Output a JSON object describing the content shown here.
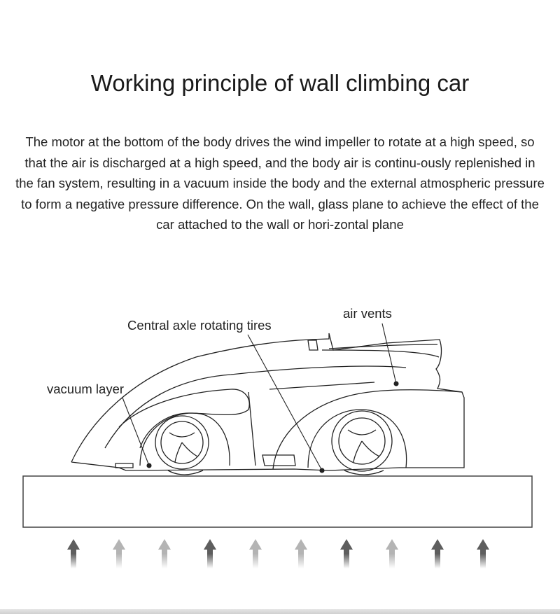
{
  "title": "Working principle of wall climbing car",
  "description": "The motor at the bottom of the body drives the wind impeller to rotate at a high speed, so that the air is discharged at a high speed, and the body air is continu-ously replenished in the fan system, resulting in a vacuum inside the body and the external atmospheric pressure to form a negative pressure difference. On the wall, glass plane to achieve the effect of the car attached to the wall or hori-zontal plane",
  "labels": {
    "air_vents": "air vents",
    "central_axle": "Central axle rotating tires",
    "vacuum_layer": "vacuum layer"
  },
  "arrows": {
    "shades": [
      "dark",
      "light",
      "light",
      "dark",
      "light",
      "light",
      "dark",
      "light",
      "dark",
      "dark"
    ],
    "dark_color": "#5e5e5e",
    "light_color": "#b4b4b4"
  }
}
